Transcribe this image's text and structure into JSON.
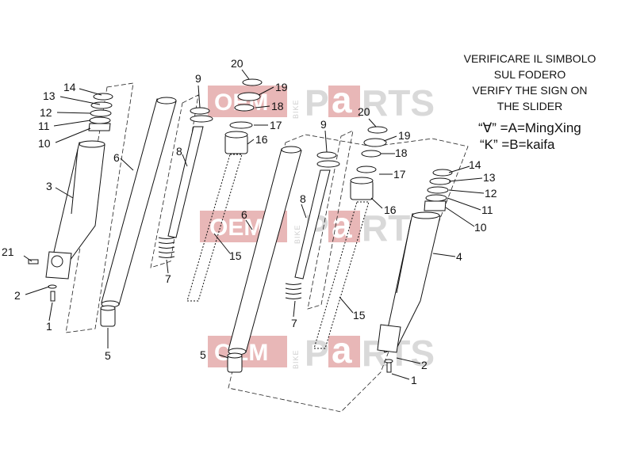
{
  "note": {
    "lines": [
      "VERIFICARE IL SIMBOLO",
      "SUL FODERO",
      "VERIFY THE SIGN ON",
      "THE SLIDER"
    ],
    "code_a": "“∀” =A=MingXing",
    "code_k": "“K” =B=kaifa"
  },
  "watermark": {
    "oem": "OEM",
    "bike": "BIKE",
    "p": "P",
    "a": "a",
    "rts": "RTS"
  },
  "colors": {
    "watermark_red": "#e8b7b7",
    "watermark_grey": "#d9d9d9"
  },
  "labels": {
    "l1": "1",
    "l2": "2",
    "l3": "3",
    "l5": "5",
    "l6": "6",
    "l7": "7",
    "l8": "8",
    "l9": "9",
    "l10": "10",
    "l11": "11",
    "l12": "12",
    "l13": "13",
    "l14": "14",
    "l15": "15",
    "l16": "16",
    "l17": "17",
    "l18": "18",
    "l19": "19",
    "l20": "20",
    "l21": "21",
    "r1": "1",
    "r2": "2",
    "r4": "4",
    "r5": "5",
    "r6": "6",
    "r7": "7",
    "r8": "8",
    "r9": "9",
    "r10": "10",
    "r11": "11",
    "r12": "12",
    "r13": "13",
    "r14": "14",
    "r15": "15",
    "r16": "16",
    "r17": "17",
    "r18": "18",
    "r19": "19",
    "r20": "20"
  }
}
